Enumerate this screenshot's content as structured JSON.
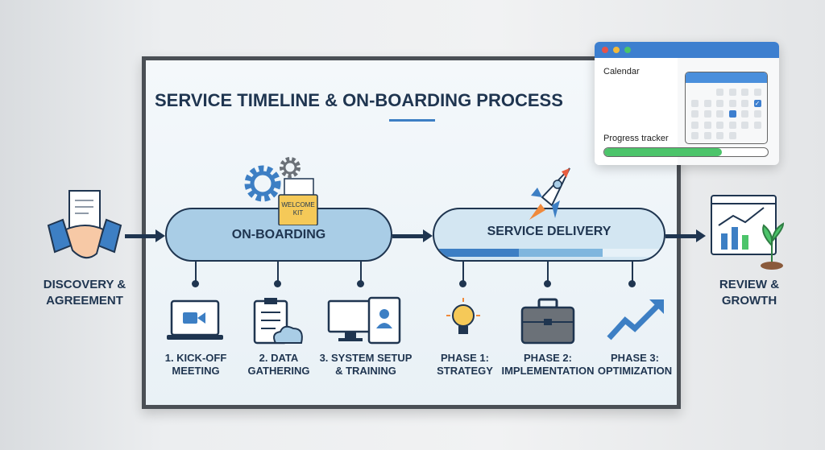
{
  "title": "SERVICE TIMELINE & ON-BOARDING PROCESS",
  "stages": {
    "discovery": "DISCOVERY & AGREEMENT",
    "onboarding": "ON-BOARDING",
    "delivery": "SERVICE DELIVERY",
    "review": "REVIEW & GROWTH"
  },
  "welcome_kit": "WELCOME KIT",
  "steps": [
    {
      "line1": "1. KICK-OFF",
      "line2": "MEETING",
      "icon": "video-laptop-icon"
    },
    {
      "line1": "2. DATA",
      "line2": "GATHERING",
      "icon": "clipboard-cloud-icon"
    },
    {
      "line1": "3. SYSTEM SETUP",
      "line2": "& TRAINING",
      "icon": "monitor-profile-icon"
    },
    {
      "line1": "PHASE 1:",
      "line2": "STRATEGY",
      "icon": "lightbulb-icon"
    },
    {
      "line1": "PHASE 2:",
      "line2": "IMPLEMENTATION",
      "icon": "briefcase-icon"
    },
    {
      "line1": "PHASE 3:",
      "line2": "OPTIMIZATION",
      "icon": "trend-arrow-icon"
    }
  ],
  "window": {
    "calendar_label": "Calendar",
    "progress_label": "Progress tracker",
    "progress": 0.72
  },
  "colors": {
    "navy": "#1f3550",
    "accent": "#3d7fc4",
    "green": "#4cc46a"
  }
}
